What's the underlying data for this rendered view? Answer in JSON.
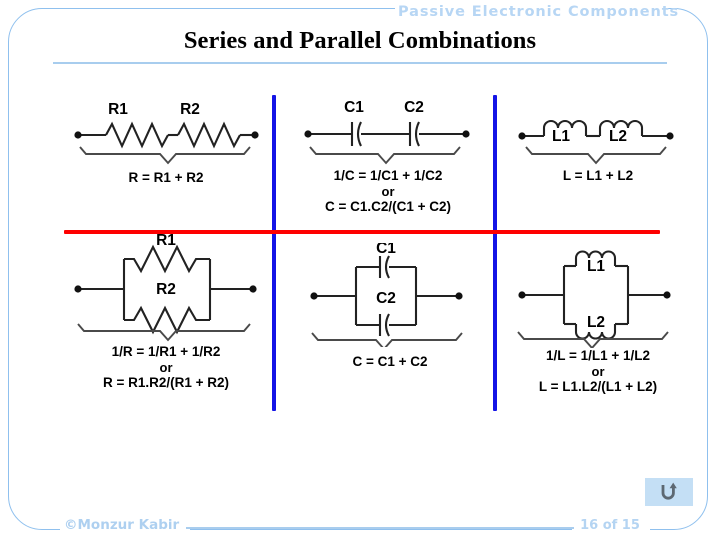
{
  "header": {
    "section_label": "Passive Electronic Components",
    "title": "Series and Parallel Combinations"
  },
  "footer": {
    "copyright": "©Monzur Kabir",
    "page_indicator": "16 of 15",
    "return_button_icon": "u-turn-arrow-icon"
  },
  "colors": {
    "accent_blue": "#a8cdee",
    "divider_blue": "#1414e6",
    "divider_red": "#fe0000",
    "header_text": "#b7d6f4",
    "circuit_line": "#3a3a3a",
    "button_bg": "#c4dff5"
  },
  "diagram": {
    "row_labels": [
      "series",
      "parallel"
    ],
    "column_labels": [
      "resistors",
      "capacitors",
      "inductors"
    ],
    "cells": [
      {
        "id": "resistors-series",
        "component": "resistor",
        "arrangement": "series",
        "labels": [
          "R1",
          "R2"
        ],
        "formula_lines": [
          "R = R1 + R2"
        ]
      },
      {
        "id": "capacitors-series",
        "component": "capacitor",
        "arrangement": "series",
        "labels": [
          "C1",
          "C2"
        ],
        "formula_lines": [
          "1/C = 1/C1 + 1/C2",
          "or",
          "C = C1.C2/(C1 + C2)"
        ]
      },
      {
        "id": "inductors-series",
        "component": "inductor",
        "arrangement": "series",
        "labels": [
          "L1",
          "L2"
        ],
        "formula_lines": [
          "L = L1 + L2"
        ]
      },
      {
        "id": "resistors-parallel",
        "component": "resistor",
        "arrangement": "parallel",
        "labels": [
          "R1",
          "R2"
        ],
        "formula_lines": [
          "1/R = 1/R1 + 1/R2",
          "or",
          "R = R1.R2/(R1 + R2)"
        ]
      },
      {
        "id": "capacitors-parallel",
        "component": "capacitor",
        "arrangement": "parallel",
        "labels": [
          "C1",
          "C2"
        ],
        "formula_lines": [
          "C = C1 + C2"
        ]
      },
      {
        "id": "inductors-parallel",
        "component": "inductor",
        "arrangement": "parallel",
        "labels": [
          "L1",
          "L2"
        ],
        "formula_lines": [
          "1/L = 1/L1 + 1/L2",
          "or",
          "L = L1.L2/(L1 + L2)"
        ]
      }
    ]
  }
}
